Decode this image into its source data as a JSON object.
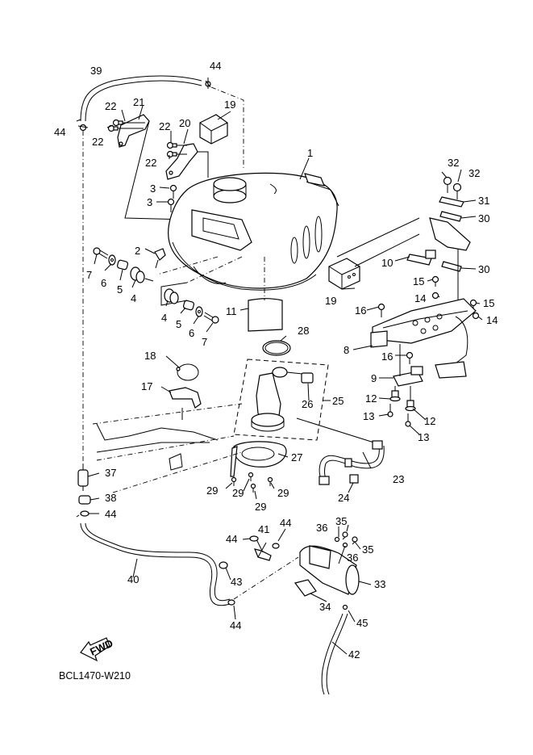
{
  "diagram": {
    "title": "Fuel tank assembly exploded parts diagram",
    "code": "BCL1470-W210",
    "fwd_label": "FWD",
    "callouts": [
      {
        "id": "c1",
        "text": "1"
      },
      {
        "id": "c2",
        "text": "2"
      },
      {
        "id": "c3a",
        "text": "3"
      },
      {
        "id": "c3b",
        "text": "3"
      },
      {
        "id": "c4a",
        "text": "4"
      },
      {
        "id": "c4b",
        "text": "4"
      },
      {
        "id": "c5a",
        "text": "5"
      },
      {
        "id": "c5b",
        "text": "5"
      },
      {
        "id": "c6a",
        "text": "6"
      },
      {
        "id": "c6b",
        "text": "6"
      },
      {
        "id": "c7a",
        "text": "7"
      },
      {
        "id": "c7b",
        "text": "7"
      },
      {
        "id": "c8",
        "text": "8"
      },
      {
        "id": "c9",
        "text": "9"
      },
      {
        "id": "c10",
        "text": "10"
      },
      {
        "id": "c11",
        "text": "11"
      },
      {
        "id": "c12a",
        "text": "12"
      },
      {
        "id": "c12b",
        "text": "12"
      },
      {
        "id": "c13a",
        "text": "13"
      },
      {
        "id": "c13b",
        "text": "13"
      },
      {
        "id": "c14a",
        "text": "14"
      },
      {
        "id": "c14b",
        "text": "14"
      },
      {
        "id": "c15a",
        "text": "15"
      },
      {
        "id": "c15b",
        "text": "15"
      },
      {
        "id": "c16a",
        "text": "16"
      },
      {
        "id": "c16b",
        "text": "16"
      },
      {
        "id": "c17",
        "text": "17"
      },
      {
        "id": "c18",
        "text": "18"
      },
      {
        "id": "c19a",
        "text": "19"
      },
      {
        "id": "c19b",
        "text": "19"
      },
      {
        "id": "c20",
        "text": "20"
      },
      {
        "id": "c21",
        "text": "21"
      },
      {
        "id": "c22a",
        "text": "22"
      },
      {
        "id": "c22b",
        "text": "22"
      },
      {
        "id": "c22c",
        "text": "22"
      },
      {
        "id": "c22d",
        "text": "22"
      },
      {
        "id": "c23",
        "text": "23"
      },
      {
        "id": "c24",
        "text": "24"
      },
      {
        "id": "c25",
        "text": "25"
      },
      {
        "id": "c26",
        "text": "26"
      },
      {
        "id": "c27",
        "text": "27"
      },
      {
        "id": "c28",
        "text": "28"
      },
      {
        "id": "c29a",
        "text": "29"
      },
      {
        "id": "c29b",
        "text": "29"
      },
      {
        "id": "c29c",
        "text": "29"
      },
      {
        "id": "c29d",
        "text": "29"
      },
      {
        "id": "c30a",
        "text": "30"
      },
      {
        "id": "c30b",
        "text": "30"
      },
      {
        "id": "c31",
        "text": "31"
      },
      {
        "id": "c32a",
        "text": "32"
      },
      {
        "id": "c32b",
        "text": "32"
      },
      {
        "id": "c33",
        "text": "33"
      },
      {
        "id": "c34",
        "text": "34"
      },
      {
        "id": "c35a",
        "text": "35"
      },
      {
        "id": "c35b",
        "text": "35"
      },
      {
        "id": "c36a",
        "text": "36"
      },
      {
        "id": "c36b",
        "text": "36"
      },
      {
        "id": "c37",
        "text": "37"
      },
      {
        "id": "c38",
        "text": "38"
      },
      {
        "id": "c39",
        "text": "39"
      },
      {
        "id": "c40",
        "text": "40"
      },
      {
        "id": "c41",
        "text": "41"
      },
      {
        "id": "c42",
        "text": "42"
      },
      {
        "id": "c43",
        "text": "43"
      },
      {
        "id": "c44a",
        "text": "44"
      },
      {
        "id": "c44b",
        "text": "44"
      },
      {
        "id": "c44c",
        "text": "44"
      },
      {
        "id": "c44d",
        "text": "44"
      },
      {
        "id": "c44e",
        "text": "44"
      },
      {
        "id": "c44f",
        "text": "44"
      },
      {
        "id": "c45",
        "text": "45"
      }
    ]
  }
}
